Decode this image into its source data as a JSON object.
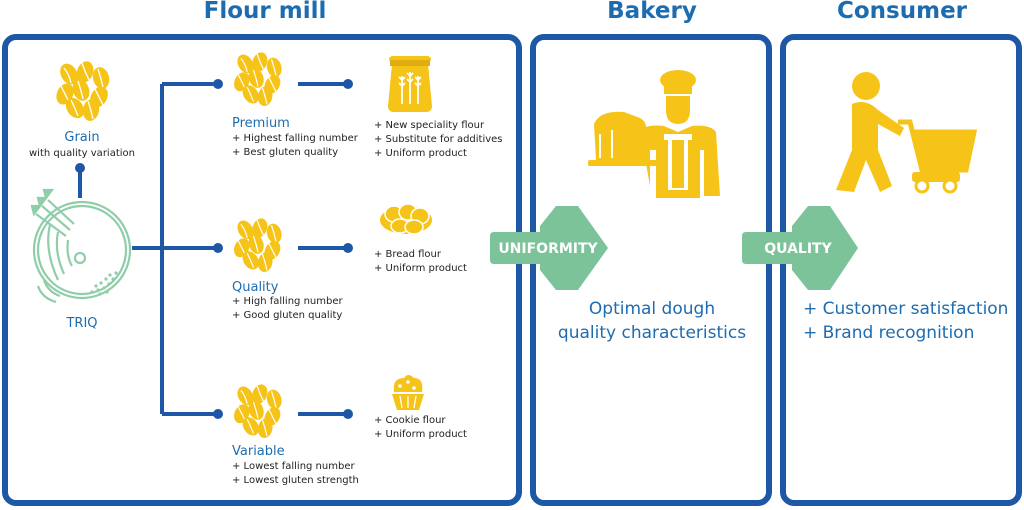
{
  "sections": {
    "flour_mill": "Flour mill",
    "bakery": "Bakery",
    "consumer": "Consumer"
  },
  "colors": {
    "blue_frame": "#1d57a6",
    "title_blue": "#1e6cb0",
    "grain_yellow": "#f6c418",
    "arrow_green": "#7cc39a",
    "machine_green": "#8fcea9"
  },
  "grain": {
    "title": "Grain",
    "subtitle": "with quality variation"
  },
  "machine": {
    "label": "TRIQ"
  },
  "grades": [
    {
      "title": "Premium",
      "props": [
        "+ Highest falling number",
        "+ Best gluten quality"
      ],
      "product_icon": "flour-sack-icon",
      "products": [
        "+ New speciality flour",
        "+ Substitute for additives",
        "+ Uniform product"
      ]
    },
    {
      "title": "Quality",
      "props": [
        "+ High falling number",
        "+ Good gluten quality"
      ],
      "product_icon": "bread-icon",
      "products": [
        "+ Bread flour",
        "+ Uniform product"
      ]
    },
    {
      "title": "Variable",
      "props": [
        "+ Lowest falling number",
        "+ Lowest gluten strength"
      ],
      "product_icon": "cupcake-icon",
      "products": [
        "+ Cookie flour",
        "+ Uniform product"
      ]
    }
  ],
  "arrows": {
    "uniformity": "UNIFORMITY",
    "quality": "QUALITY"
  },
  "bakery": {
    "icon": "baker-icon",
    "lines": [
      "Optimal dough",
      "quality characteristics"
    ]
  },
  "consumer": {
    "icon": "shopper-cart-icon",
    "lines": [
      "+ Customer satisfaction",
      "+ Brand recognition"
    ]
  }
}
